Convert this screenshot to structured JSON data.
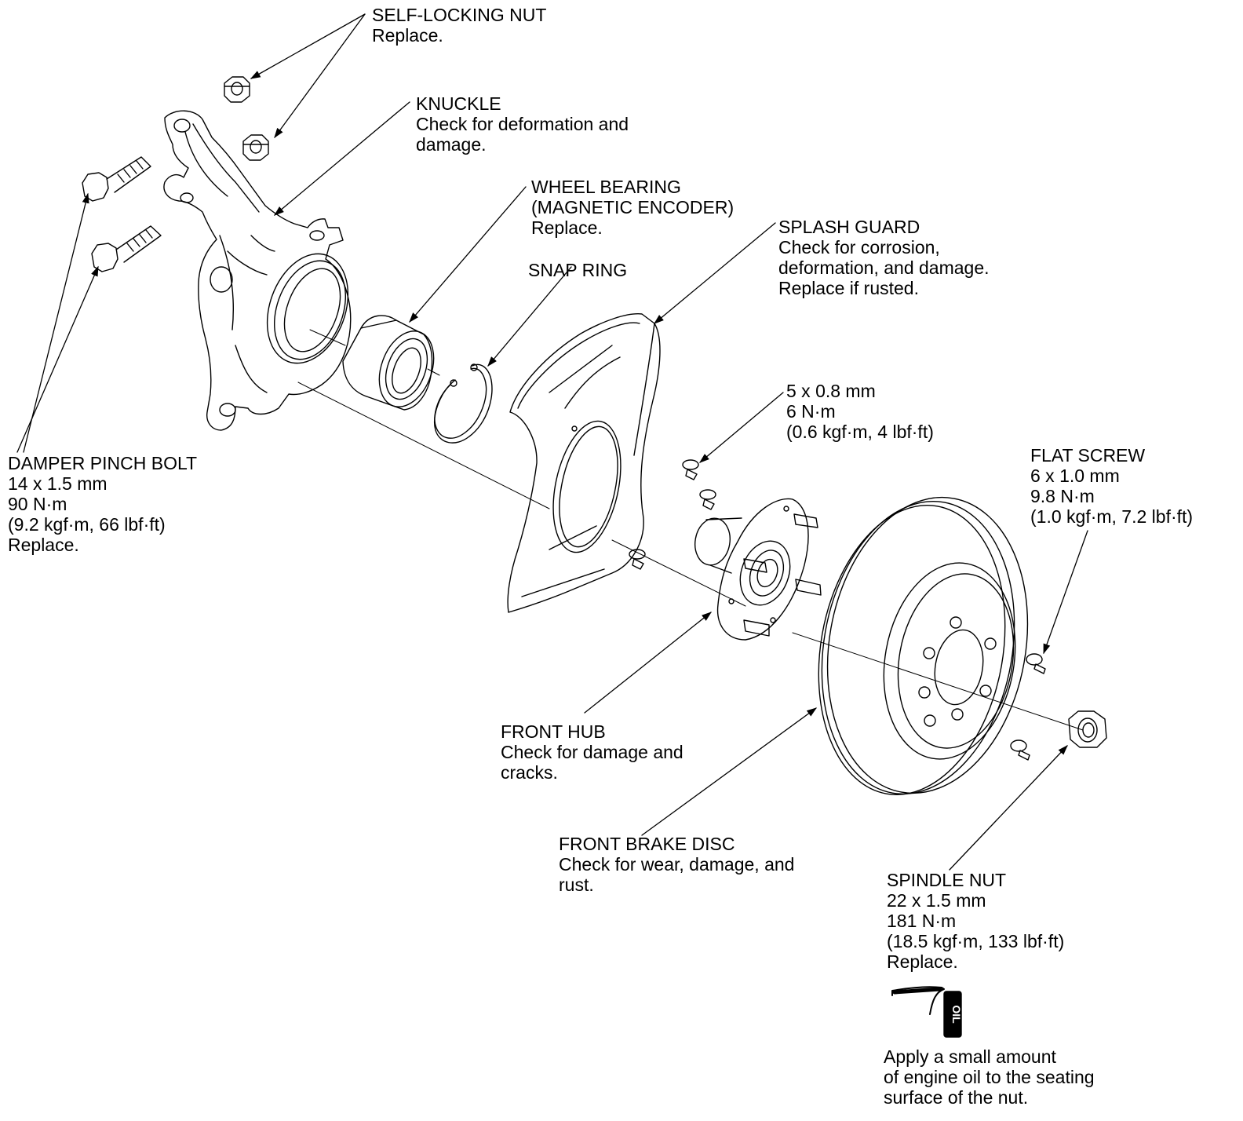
{
  "labels": {
    "self_locking_nut": {
      "title": "SELF-LOCKING NUT",
      "lines": [
        "Replace."
      ]
    },
    "knuckle": {
      "title": "KNUCKLE",
      "lines": [
        "Check for deformation and",
        "damage."
      ]
    },
    "wheel_bearing": {
      "title": "WHEEL BEARING",
      "lines": [
        "(MAGNETIC ENCODER)",
        "Replace."
      ]
    },
    "snap_ring": {
      "title": "SNAP RING"
    },
    "splash_guard": {
      "title": "SPLASH GUARD",
      "lines": [
        "Check for corrosion,",
        "deformation, and damage.",
        "Replace if rusted."
      ]
    },
    "small_screw": {
      "lines": [
        "5 x 0.8 mm",
        "6 N·m",
        "(0.6 kgf·m, 4 lbf·ft)"
      ]
    },
    "damper_pinch_bolt": {
      "title": "DAMPER PINCH BOLT",
      "lines": [
        "14 x 1.5 mm",
        "90 N·m",
        "(9.2 kgf·m, 66 lbf·ft)",
        "Replace."
      ]
    },
    "flat_screw": {
      "title": "FLAT SCREW",
      "lines": [
        "6 x 1.0 mm",
        "9.8 N·m",
        "(1.0 kgf·m, 7.2 lbf·ft)"
      ]
    },
    "front_hub": {
      "title": "FRONT HUB",
      "lines": [
        "Check for damage and",
        "cracks."
      ]
    },
    "front_brake_disc": {
      "title": "FRONT BRAKE DISC",
      "lines": [
        "Check for wear, damage, and",
        "rust."
      ]
    },
    "spindle_nut": {
      "title": "SPINDLE NUT",
      "lines": [
        "22 x 1.5 mm",
        "181 N·m",
        "(18.5 kgf·m, 133 lbf·ft)",
        "Replace."
      ]
    },
    "oil_note": {
      "lines": [
        "Apply a small amount",
        "of engine oil to the seating",
        "surface of the nut."
      ]
    }
  },
  "oil_can": {
    "text": "OIL"
  }
}
